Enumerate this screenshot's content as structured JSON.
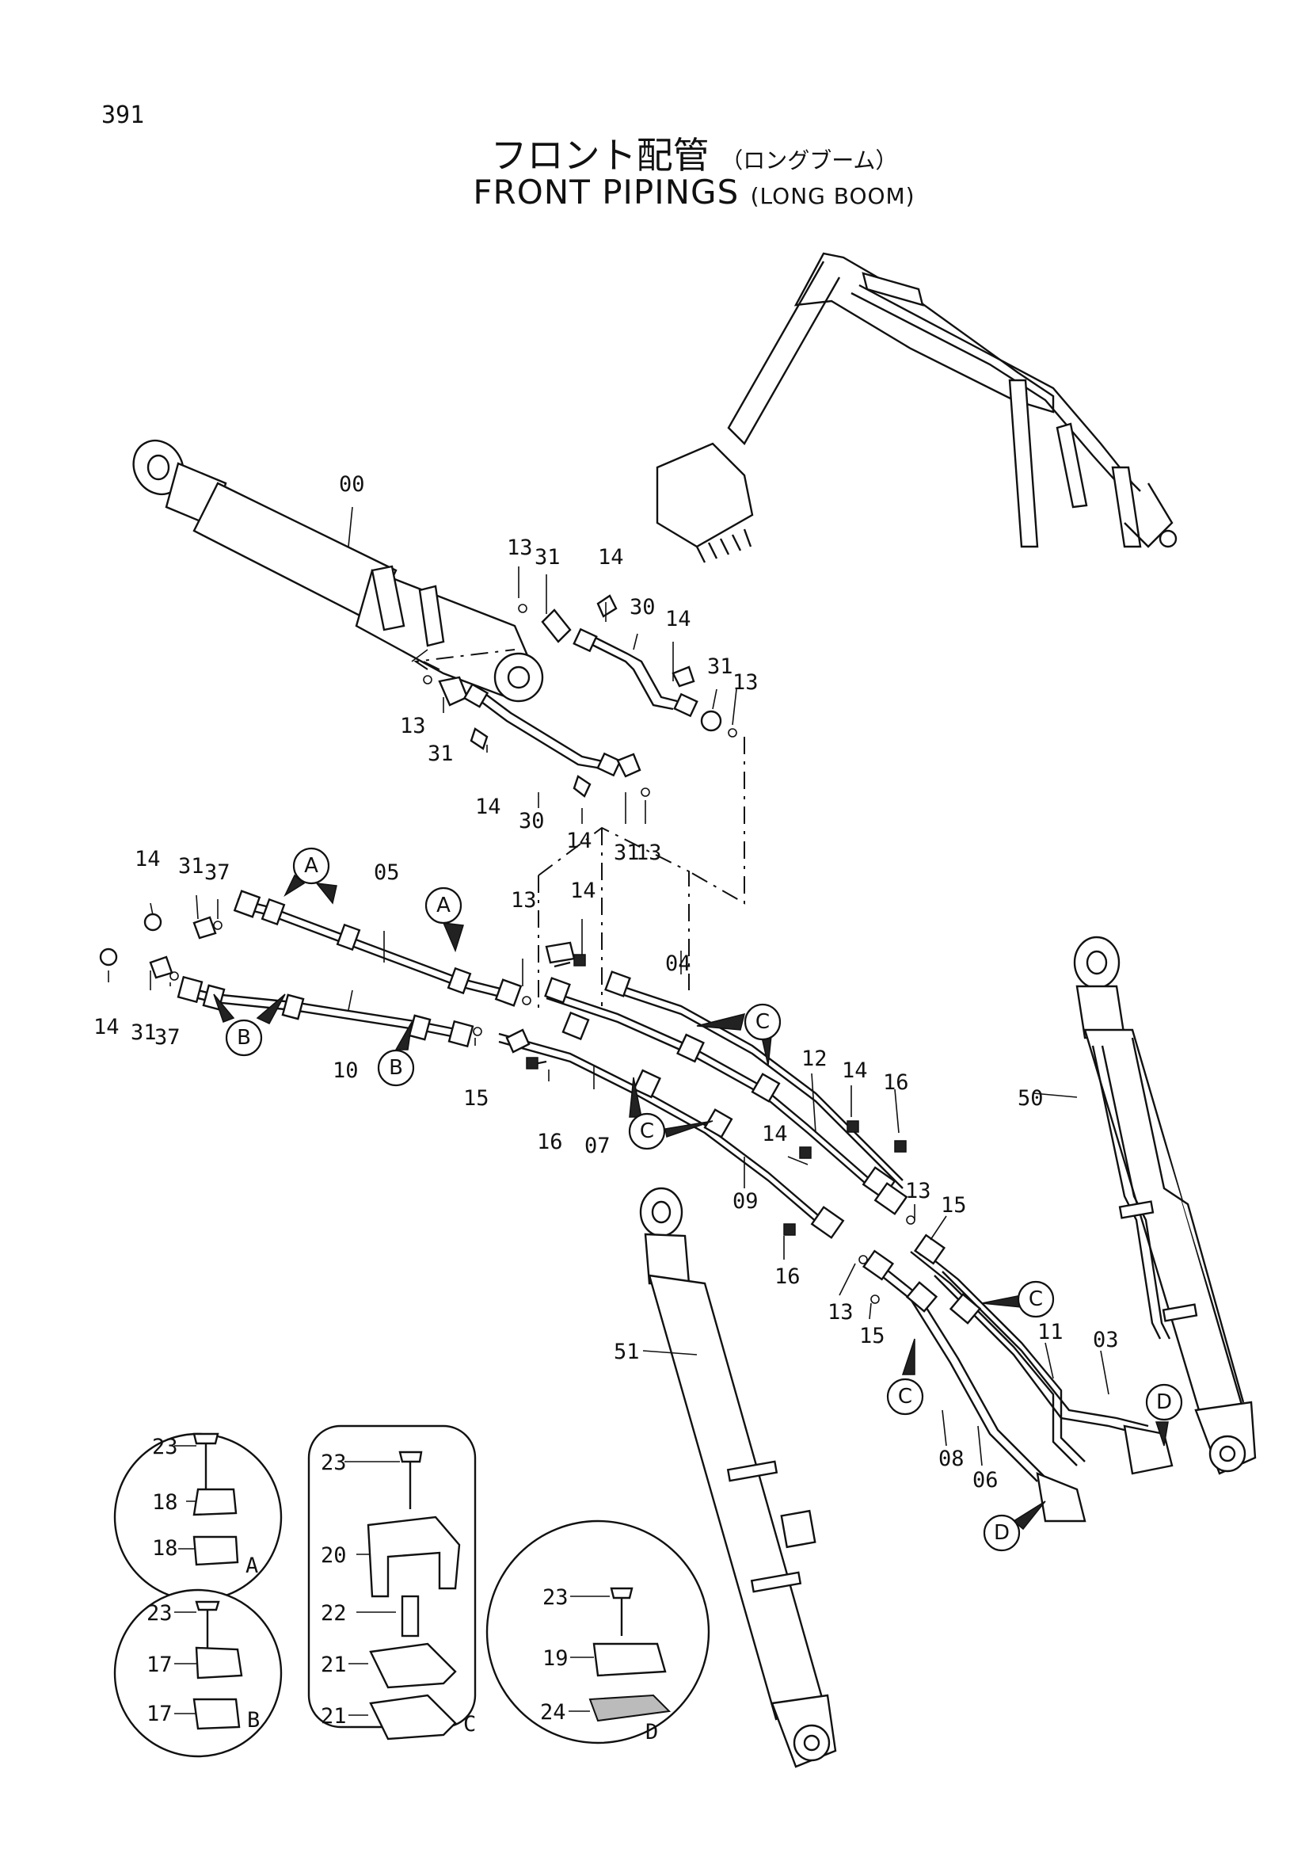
{
  "page_number": "391",
  "title_jp": "フロント配管",
  "title_jp_sub": "（ロングブーム）",
  "title_en": "FRONT PIPINGS",
  "title_en_sub": "(LONG BOOM)",
  "part_labels": {
    "p00": "00",
    "p13a": "13",
    "p31a": "31",
    "p14a": "14",
    "p30a": "30",
    "p14b": "14",
    "p31b": "31",
    "p13b": "13",
    "p13c": "13",
    "p31c": "31",
    "p14c": "14",
    "p30b": "30",
    "p14d": "14",
    "p31d": "31",
    "p13d": "13",
    "p14e": "14",
    "p31e": "31",
    "p37a": "37",
    "p05": "05",
    "p14f": "14",
    "p31f": "31",
    "p37b": "37",
    "p10": "10",
    "p13e": "13",
    "p14g": "14",
    "p04": "04",
    "p15a": "15",
    "p16a": "16",
    "p07": "07",
    "p12": "12",
    "p14h": "14",
    "p16b": "16",
    "p14i": "14",
    "p09": "09",
    "p50": "50",
    "p13f": "13",
    "p15b": "15",
    "p16c": "16",
    "p13g": "13",
    "p15c": "15",
    "p11": "11",
    "p03": "03",
    "p51": "51",
    "p08": "08",
    "p06": "06",
    "dA23": "23",
    "dA18a": "18",
    "dA18b": "18",
    "dB23": "23",
    "dB17a": "17",
    "dB17b": "17",
    "dC23": "23",
    "dC20": "20",
    "dC22": "22",
    "dC21a": "21",
    "dC21b": "21",
    "dD23": "23",
    "dD19": "19",
    "dD24": "24"
  },
  "callouts": {
    "A": "A",
    "B": "B",
    "C": "C",
    "D": "D"
  },
  "detail_letters": {
    "A": "A",
    "B": "B",
    "C": "C",
    "D": "D"
  }
}
